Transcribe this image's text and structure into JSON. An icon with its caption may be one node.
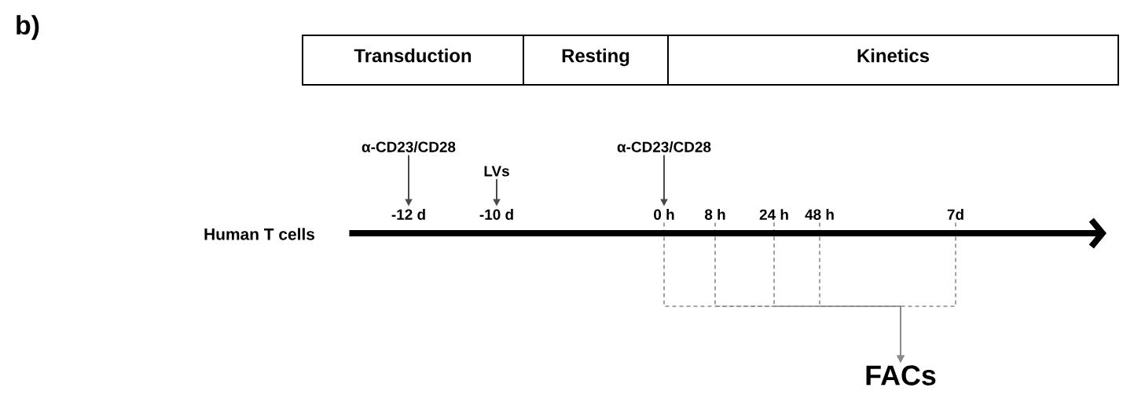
{
  "diagram": {
    "nodes": [
      {
        "text": [
          "Transduction"
        ]
      },
      {
        "text": [
          "Resting"
        ]
      },
      {
        "text": [
          "Kinetics"
        ]
      },
      {
        "text": [
          "Human T cells"
        ]
      },
      {
        "text": [
          "α-CD23/CD28"
        ]
      },
      {
        "text": [
          "LVs"
        ]
      },
      {
        "text": [
          "α-CD23/CD28"
        ]
      },
      {
        "text": [
          "-12 d"
        ]
      },
      {
        "text": [
          "-10 d"
        ]
      },
      {
        "text": [
          "0 h"
        ]
      },
      {
        "text": [
          "8 h"
        ]
      },
      {
        "text": [
          "24 h"
        ]
      },
      {
        "text": [
          "48 h"
        ]
      },
      {
        "text": [
          "7d"
        ]
      },
      {
        "text": [
          "FACs"
        ]
      }
    ],
    "edges": [
      {
        "from": 4,
        "to": 7,
        "arrow": "to"
      },
      {
        "from": 5,
        "to": 8,
        "arrow": "to"
      },
      {
        "from": 6,
        "to": 9,
        "arrow": "to"
      },
      {
        "from": 3,
        "to": null,
        "arrow": "to",
        "style": "thick",
        "color": "#000000"
      },
      {
        "from": 9,
        "to": 14,
        "arrow": "to",
        "style": "dashed"
      },
      {
        "from": 10,
        "to": 14,
        "arrow": "to",
        "style": "dashed"
      },
      {
        "from": 11,
        "to": 14,
        "arrow": "to",
        "style": "dashed"
      },
      {
        "from": 12,
        "to": 14,
        "arrow": "to",
        "style": "dashed"
      },
      {
        "from": 13,
        "to": 14,
        "arrow": "to",
        "style": "dashed"
      }
    ],
    "labels": [
      "b)"
    ]
  }
}
